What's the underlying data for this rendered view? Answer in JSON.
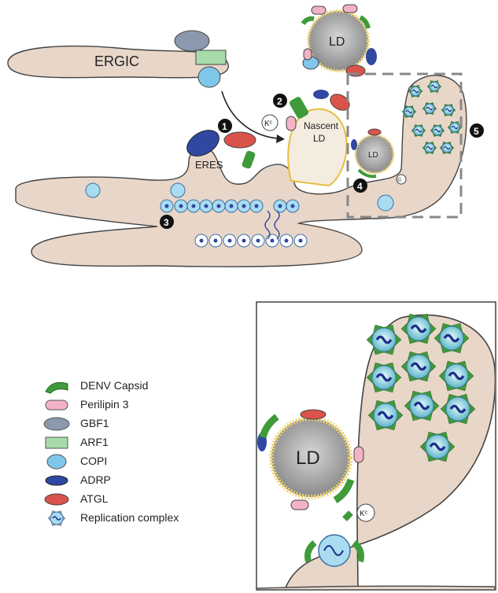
{
  "labels": {
    "ergic": "ERGIC",
    "eres": "ERES",
    "nascent_ld": "Nascent\nLD",
    "ld_small": "LD",
    "ld_top": "LD",
    "ld_inset": "LD",
    "k_c": "Kᶜ",
    "c_small": "©"
  },
  "steps": [
    "1",
    "2",
    "3",
    "4",
    "5"
  ],
  "legend": [
    {
      "icon": "capsid-icon",
      "label": "DENV Capsid",
      "color": "#3f9a3a"
    },
    {
      "icon": "perilipin-icon",
      "label": "Perilipin 3",
      "color": "#f3b3c6"
    },
    {
      "icon": "gbf1-icon",
      "label": "GBF1",
      "color": "#8b98ad"
    },
    {
      "icon": "arf1-icon",
      "label": "ARF1",
      "color": "#a7dcaa"
    },
    {
      "icon": "copi-icon",
      "label": "COPI",
      "color": "#7fc7ea"
    },
    {
      "icon": "adrp-icon",
      "label": "ADRP",
      "color": "#3048a2"
    },
    {
      "icon": "atgl-icon",
      "label": "ATGL",
      "color": "#d9534a"
    },
    {
      "icon": "replication-complex-icon",
      "label": "Replication complex",
      "color": "#5b9bd5"
    }
  ],
  "colors": {
    "er_fill": "#e8d6c8",
    "er_stroke": "#444444",
    "ld_core": "#9a9a9a",
    "ld_ring": "#f0d36a"
  }
}
